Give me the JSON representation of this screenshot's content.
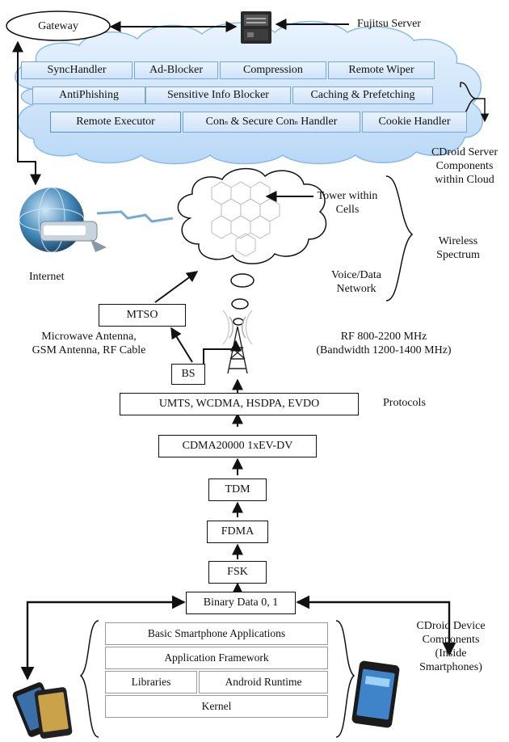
{
  "gateway": "Gateway",
  "fujitsu_server": "Fujitsu Server",
  "cloud_components": {
    "row1": [
      "SyncHandler",
      "Ad-Blocker",
      "Compression",
      "Remote Wiper"
    ],
    "row2": [
      "AntiPhishing",
      "Sensitive Info Blocker",
      "Caching & Prefetching"
    ],
    "row3": [
      "Remote Executor",
      "Con",
      "& Secure Con",
      "Handler",
      "Cookie Handler"
    ],
    "superscript": "n"
  },
  "cdroid_server_label": [
    "CDroid Server",
    "Components",
    "within Cloud"
  ],
  "internet": "Internet",
  "tower_within_cells": [
    "Tower within",
    "Cells"
  ],
  "voice_data_network": [
    "Voice/Data",
    "Network"
  ],
  "wireless_spectrum": [
    "Wireless",
    "Spectrum"
  ],
  "mtso": "MTSO",
  "bs": "BS",
  "antenna_label": [
    "Microwave Antenna,",
    "GSM Antenna, RF Cable"
  ],
  "rf_label": [
    "RF 800-2200 MHz",
    "(Bandwidth 1200-1400 MHz)"
  ],
  "protocols_box": "UMTS, WCDMA, HSDPA, EVDO",
  "protocols_label": "Protocols",
  "cdma_box": "CDMA20000 1xEV-DV",
  "tdm": "TDM",
  "fdma": "FDMA",
  "fsk": "FSK",
  "binary": "Binary Data 0, 1",
  "android_stack": {
    "apps": "Basic Smartphone Applications",
    "framework": "Application Framework",
    "libraries": "Libraries",
    "runtime": "Android Runtime",
    "kernel": "Kernel"
  },
  "cdroid_device_label": [
    "CDroid Device",
    "Components",
    "(Inside",
    "Smartphones)"
  ],
  "colors": {
    "cloud_fill": "#d4e8fb",
    "cloud_stroke": "#7fb1e3",
    "line": "#111111"
  }
}
